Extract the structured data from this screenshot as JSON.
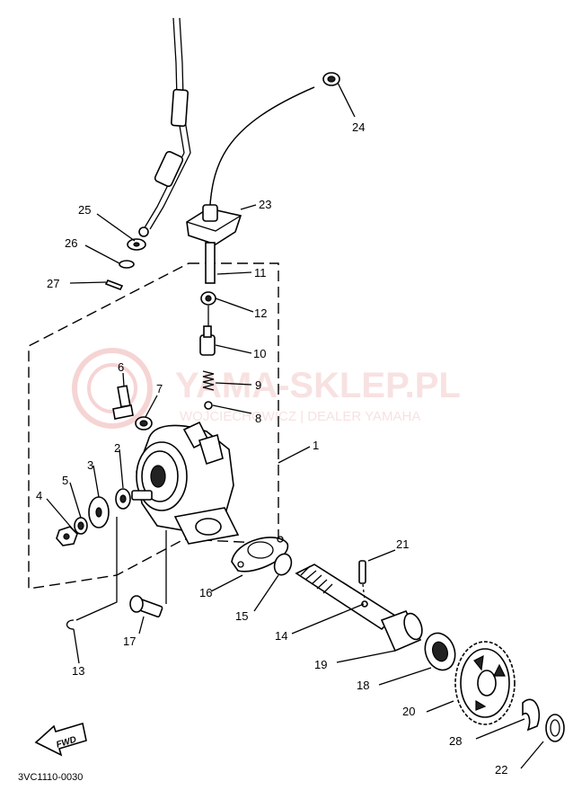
{
  "watermark": {
    "title": "YAMA-SKLEP.PL",
    "subtitle": "WOJCIECHOWICZ | DEALER YAMAHA",
    "color": "#e9a3a3"
  },
  "diagram_code": "3VC1110-0030",
  "fwd_label": "FWD",
  "callouts": [
    {
      "id": "1",
      "label": "1"
    },
    {
      "id": "2",
      "label": "2"
    },
    {
      "id": "3",
      "label": "3"
    },
    {
      "id": "4",
      "label": "4"
    },
    {
      "id": "5",
      "label": "5"
    },
    {
      "id": "6",
      "label": "6"
    },
    {
      "id": "7",
      "label": "7"
    },
    {
      "id": "8",
      "label": "8"
    },
    {
      "id": "9",
      "label": "9"
    },
    {
      "id": "10",
      "label": "10"
    },
    {
      "id": "11",
      "label": "11"
    },
    {
      "id": "12",
      "label": "12"
    },
    {
      "id": "13",
      "label": "13"
    },
    {
      "id": "14",
      "label": "14"
    },
    {
      "id": "15",
      "label": "15"
    },
    {
      "id": "16",
      "label": "16"
    },
    {
      "id": "17",
      "label": "17"
    },
    {
      "id": "18",
      "label": "18"
    },
    {
      "id": "19",
      "label": "19"
    },
    {
      "id": "20",
      "label": "20"
    },
    {
      "id": "21",
      "label": "21"
    },
    {
      "id": "22",
      "label": "22"
    },
    {
      "id": "23",
      "label": "23"
    },
    {
      "id": "24",
      "label": "24"
    },
    {
      "id": "25",
      "label": "25"
    },
    {
      "id": "26",
      "label": "26"
    },
    {
      "id": "27",
      "label": "27"
    },
    {
      "id": "28",
      "label": "28"
    }
  ]
}
